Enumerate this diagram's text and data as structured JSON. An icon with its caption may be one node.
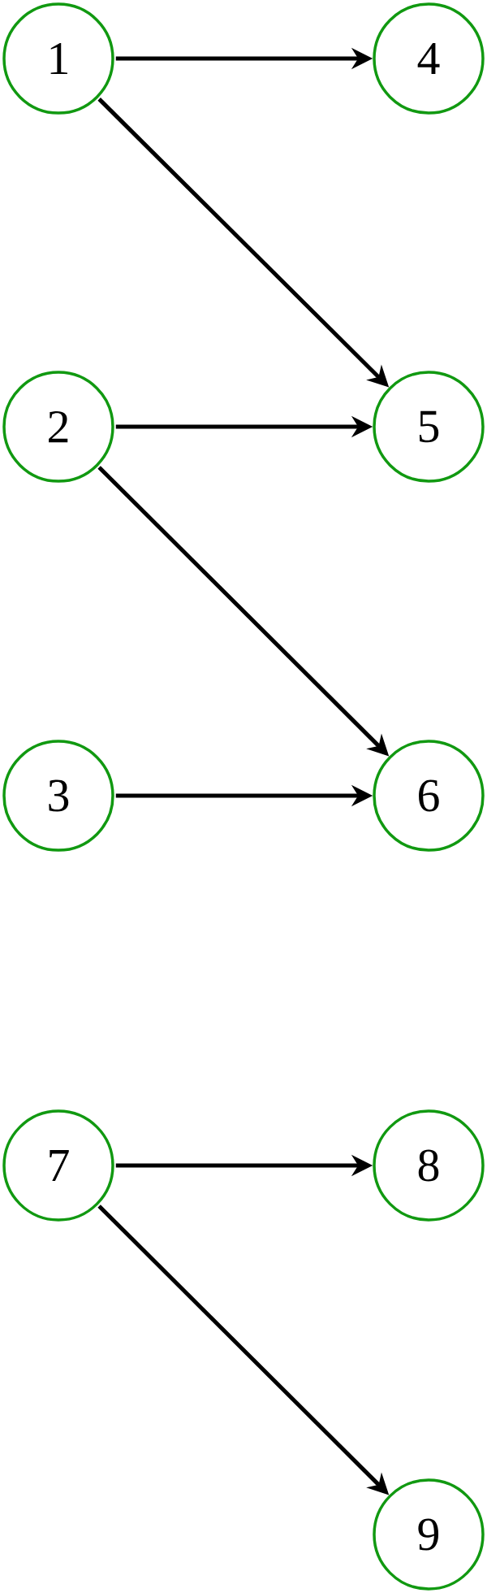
{
  "diagram": {
    "nodes": [
      {
        "text": [
          "1"
        ]
      },
      {
        "text": [
          "2"
        ]
      },
      {
        "text": [
          "3"
        ]
      },
      {
        "text": [
          "4"
        ]
      },
      {
        "text": [
          "5"
        ]
      },
      {
        "text": [
          "6"
        ]
      },
      {
        "text": [
          "7"
        ]
      },
      {
        "text": [
          "8"
        ]
      },
      {
        "text": [
          "9"
        ]
      }
    ],
    "edges": [
      {
        "from": 0,
        "to": 3,
        "arrow": "to"
      },
      {
        "from": 0,
        "to": 4,
        "arrow": "to"
      },
      {
        "from": 1,
        "to": 4,
        "arrow": "to"
      },
      {
        "from": 1,
        "to": 5,
        "arrow": "to"
      },
      {
        "from": 2,
        "to": 5,
        "arrow": "to"
      },
      {
        "from": 6,
        "to": 7,
        "arrow": "to"
      },
      {
        "from": 6,
        "to": 8,
        "arrow": "to"
      }
    ]
  }
}
